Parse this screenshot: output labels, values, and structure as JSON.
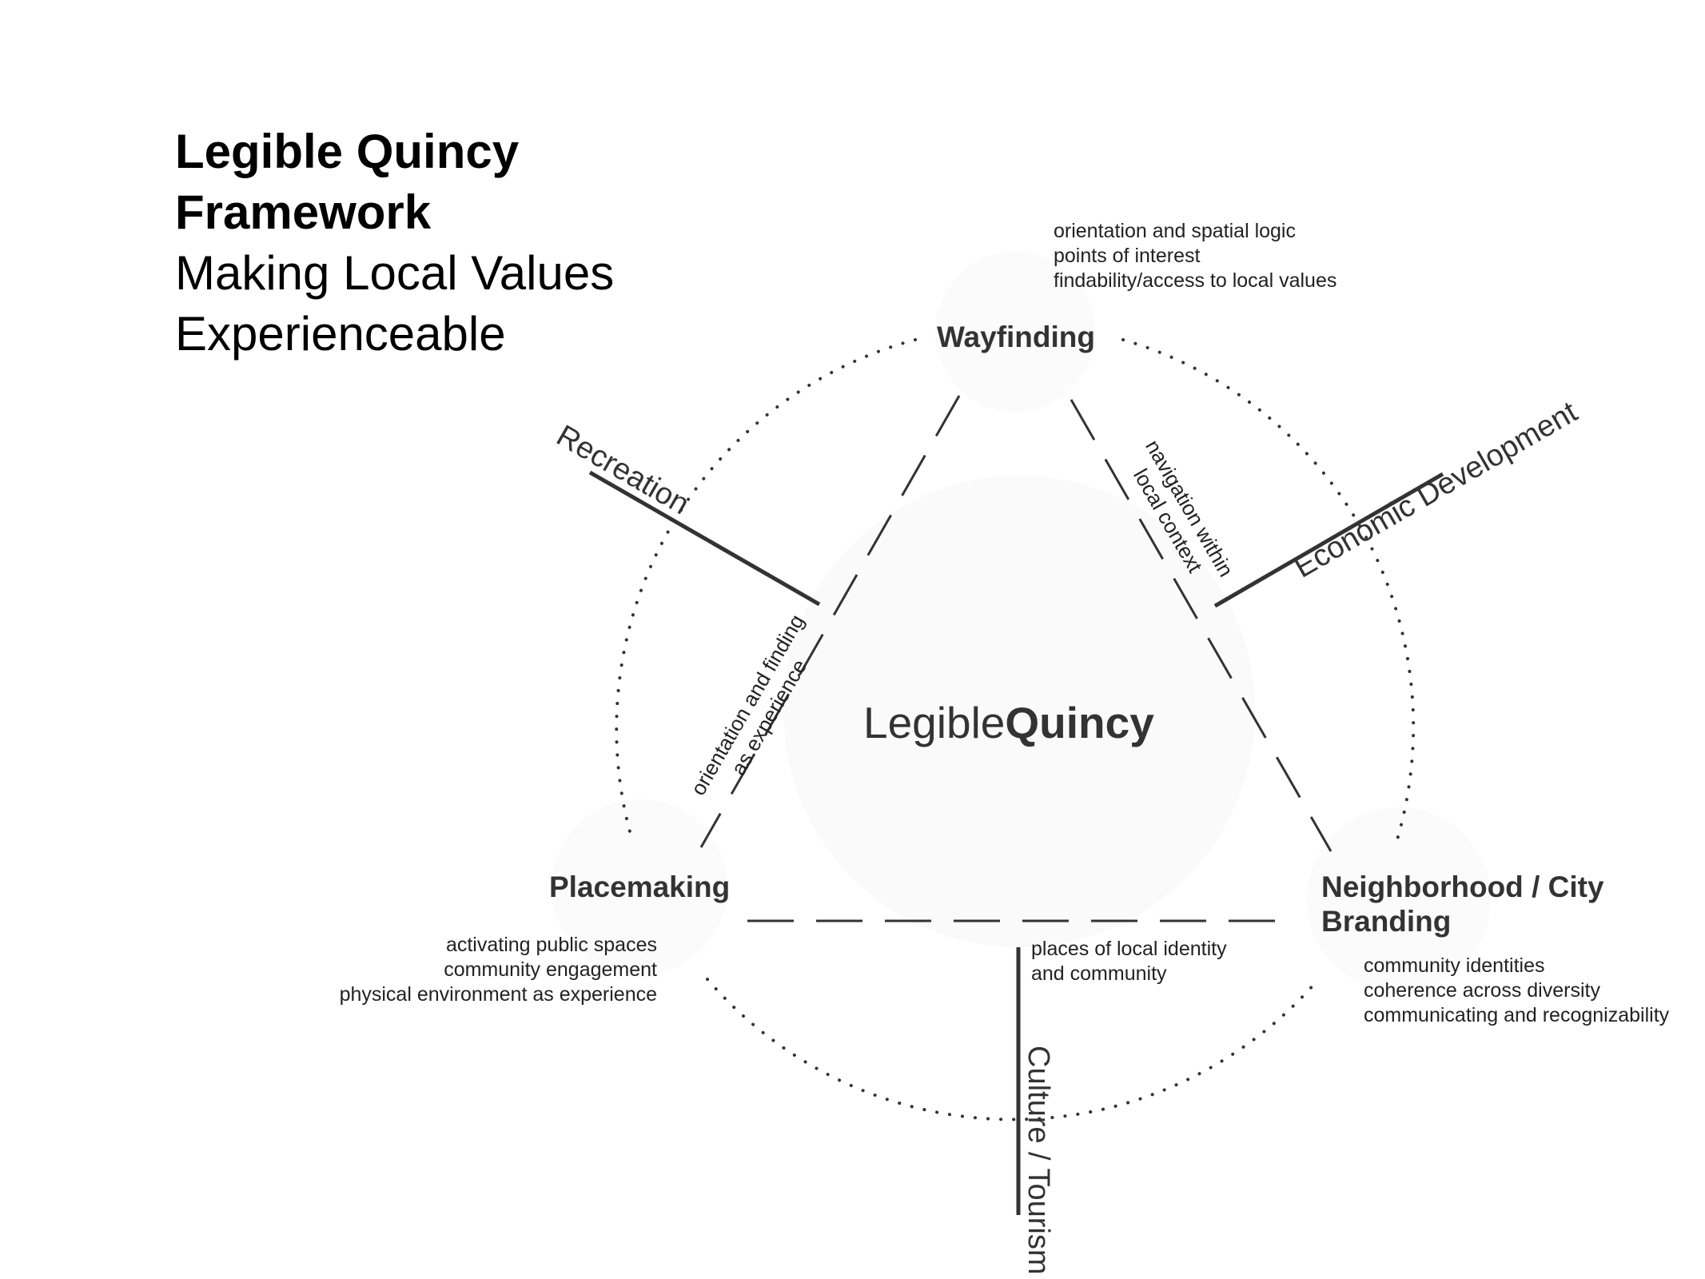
{
  "title": {
    "line1": "Legible Quincy",
    "line2": "Framework",
    "line3": "Making Local Values",
    "line4": "Experienceable"
  },
  "center": {
    "light": "Legible",
    "bold": "Quincy"
  },
  "nodes": {
    "wayfinding": {
      "label": "Wayfinding",
      "notes": [
        "orientation and spatial logic",
        "points of interest",
        "findability/access to local values"
      ]
    },
    "placemaking": {
      "label": "Placemaking",
      "notes": [
        "activating public spaces",
        "community engagement",
        "physical environment as experience"
      ]
    },
    "branding": {
      "label_line1": "Neighborhood / City",
      "label_line2": "Branding",
      "notes": [
        "community identities",
        "coherence across diversity",
        "communicating and recognizability"
      ]
    }
  },
  "edges": {
    "left": [
      "orientation and finding",
      "as experience"
    ],
    "right": [
      "navigation within",
      "local context"
    ],
    "bottom": [
      "places of local identity",
      "and community"
    ]
  },
  "sectors": {
    "recreation": "Recreation",
    "economic": "Economic Development",
    "culture": "Culture / Tourism"
  }
}
